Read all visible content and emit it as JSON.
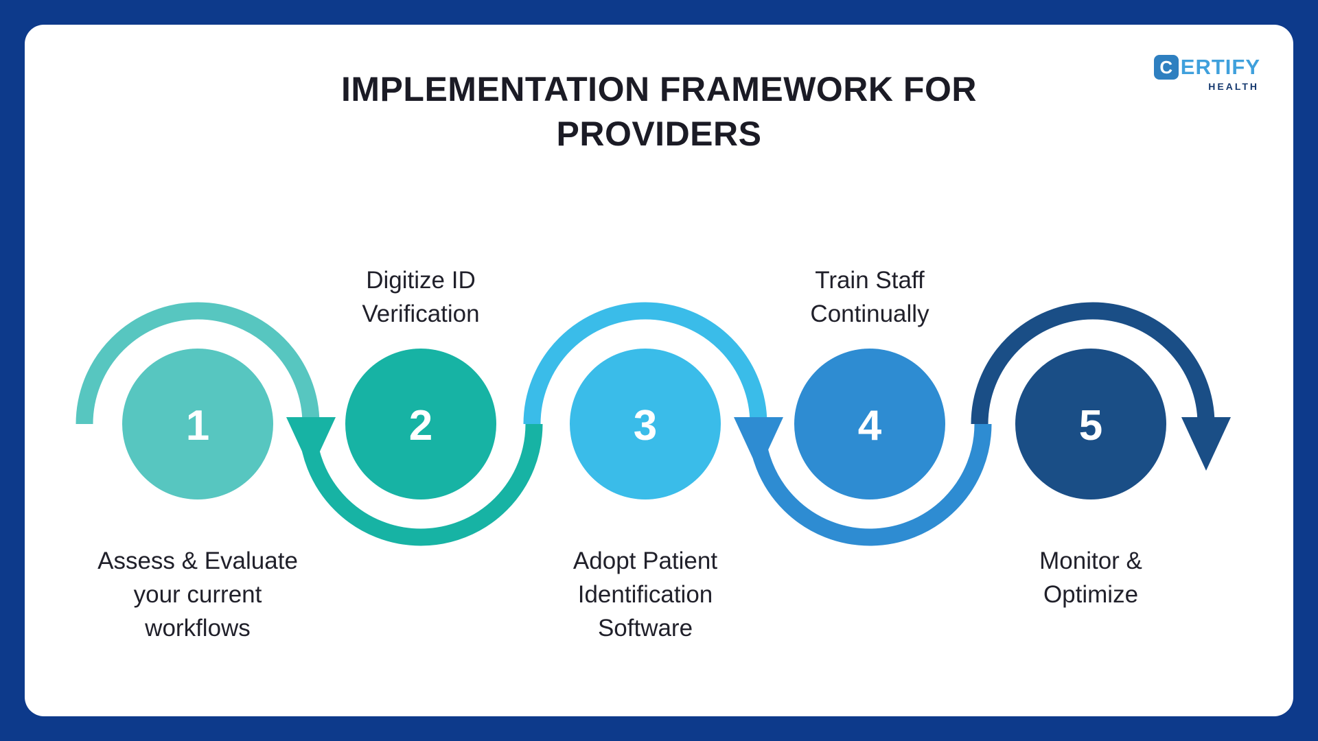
{
  "title": {
    "line1": "IMPLEMENTATION FRAMEWORK FOR",
    "line2": "PROVIDERS"
  },
  "logo": {
    "icon_letter": "C",
    "wordmark_rest": "ERTIFY",
    "tagline": "HEALTH"
  },
  "steps": [
    {
      "number": "1",
      "label": "Assess & Evaluate\nyour current\nworkflows",
      "label_position": "below",
      "color": "#57C6C0"
    },
    {
      "number": "2",
      "label": "Digitize ID\nVerification",
      "label_position": "above",
      "color": "#17B3A4"
    },
    {
      "number": "3",
      "label": "Adopt Patient\nIdentification\nSoftware",
      "label_position": "below",
      "color": "#3ABCE9"
    },
    {
      "number": "4",
      "label": "Train Staff\nContinually",
      "label_position": "above",
      "color": "#2E8CD2"
    },
    {
      "number": "5",
      "label": "Monitor &\nOptimize",
      "label_position": "below",
      "color": "#1A4E86"
    }
  ],
  "colors": {
    "frame": "#0D3A8B",
    "card": "#FFFFFF",
    "title_text": "#1B1B25",
    "label_text": "#20202A",
    "number_text": "#FFFFFF",
    "logo_icon_blue": "#2E7FC0",
    "logo_word_blue": "#3FA0DC",
    "logo_tagline_navy": "#16396F"
  }
}
